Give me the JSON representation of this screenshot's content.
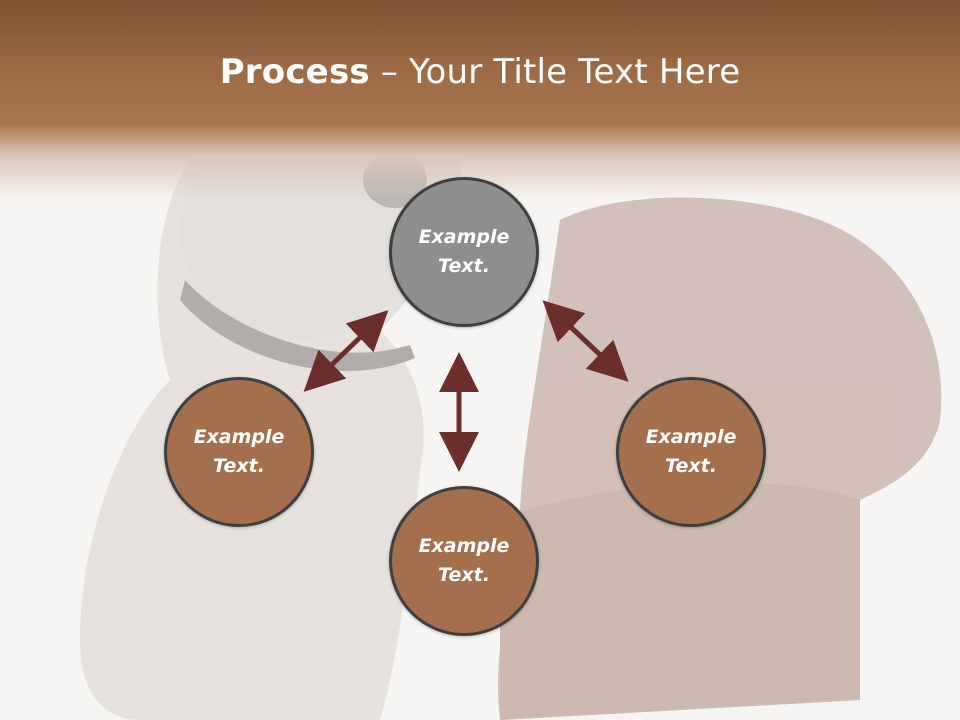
{
  "title": {
    "bold": "Process",
    "rest": " – Your Title Text Here"
  },
  "nodes": {
    "top": "Example Text.",
    "left": "Example Text.",
    "right": "Example Text.",
    "bottom": "Example Text."
  },
  "colors": {
    "header": "#9c6b46",
    "node_gray": "#8e8e8e",
    "node_brown": "#a46f4c",
    "arrow": "#6b2e2a",
    "border": "#3f3f3f"
  }
}
